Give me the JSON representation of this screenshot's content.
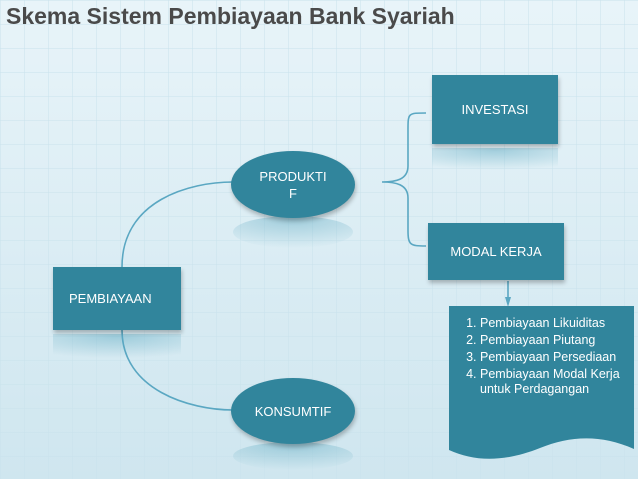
{
  "title": "Skema Sistem Pembiayaan Bank Syariah",
  "nodes": {
    "investasi": "INVESTASI",
    "produktif_line1": "PRODUKTI",
    "produktif_line2": "F",
    "modal_kerja": "MODAL KERJA",
    "pembiayaan": "PEMBIAYAAN",
    "konsumtif": "KONSUMTIF"
  },
  "modal_kerja_list": [
    "Pembiayaan Likuiditas",
    "Pembiayaan Piutang",
    "Pembiayaan Persediaan",
    "Pembiayaan Modal Kerja untuk Perdagangan"
  ],
  "colors": {
    "background": "#e3f1f7",
    "node_fill": "#31859c",
    "connector": "#5aa7c2",
    "title_text": "#4a4a4a"
  }
}
